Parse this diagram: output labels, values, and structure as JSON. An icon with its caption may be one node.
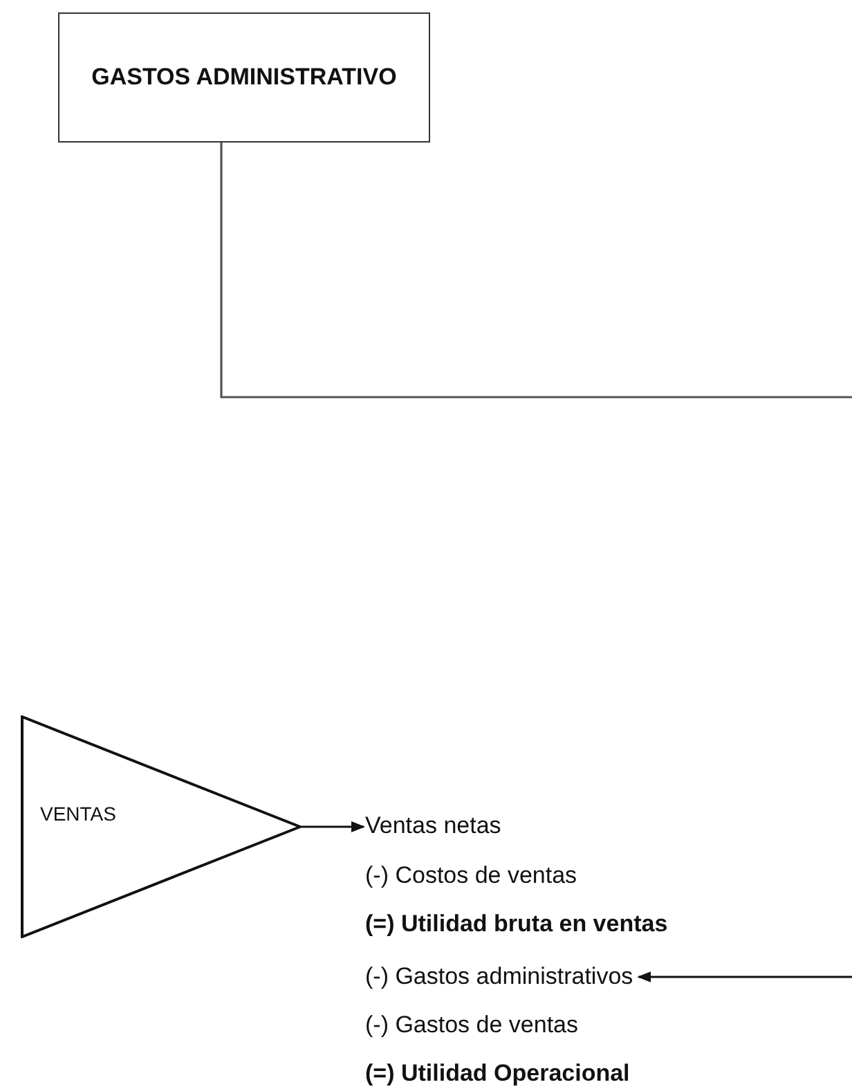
{
  "diagram": {
    "nodes": [
      {
        "text": [
          "GASTOS ADMINISTRATIVO"
        ]
      },
      {
        "text": [
          "VENTAS"
        ]
      },
      {
        "text": [
          "Ventas netas"
        ]
      },
      {
        "text": [
          "(-) Gastos administrativos"
        ]
      }
    ],
    "edges": [
      {
        "from": 0,
        "to": null,
        "arrow": "none"
      },
      {
        "from": 1,
        "to": 2,
        "arrow": "to"
      },
      {
        "from": null,
        "to": 3,
        "arrow": "to"
      }
    ],
    "labels": [
      "(-) Costos de ventas",
      "(=) Utilidad bruta en ventas",
      "(-) Gastos de ventas",
      "(=) Utilidad Operacional"
    ]
  }
}
